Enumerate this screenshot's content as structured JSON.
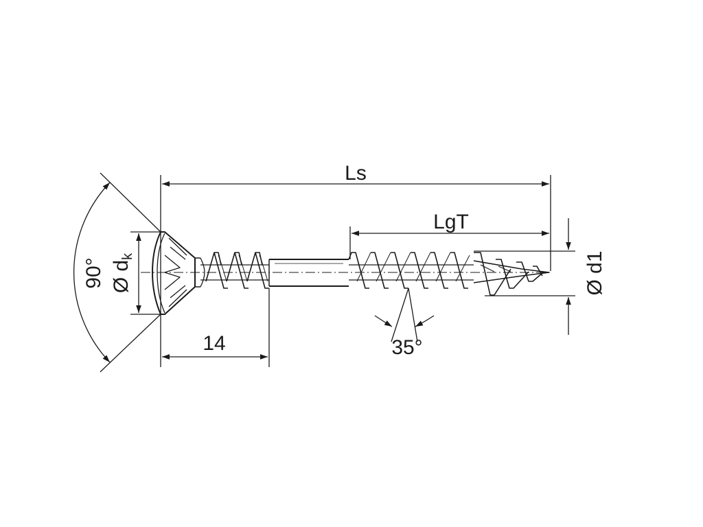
{
  "labels": {
    "overall_length": "Ls",
    "thread_length": "LgT",
    "head_angle": "90°",
    "head_diameter_symbol": "Ø d",
    "head_diameter_subscript": "k",
    "shank_offset": "14",
    "thread_angle": "35°",
    "thread_diameter": "Ø d1"
  },
  "colors": {
    "line": "#1a1a1a",
    "background": "#ffffff"
  }
}
